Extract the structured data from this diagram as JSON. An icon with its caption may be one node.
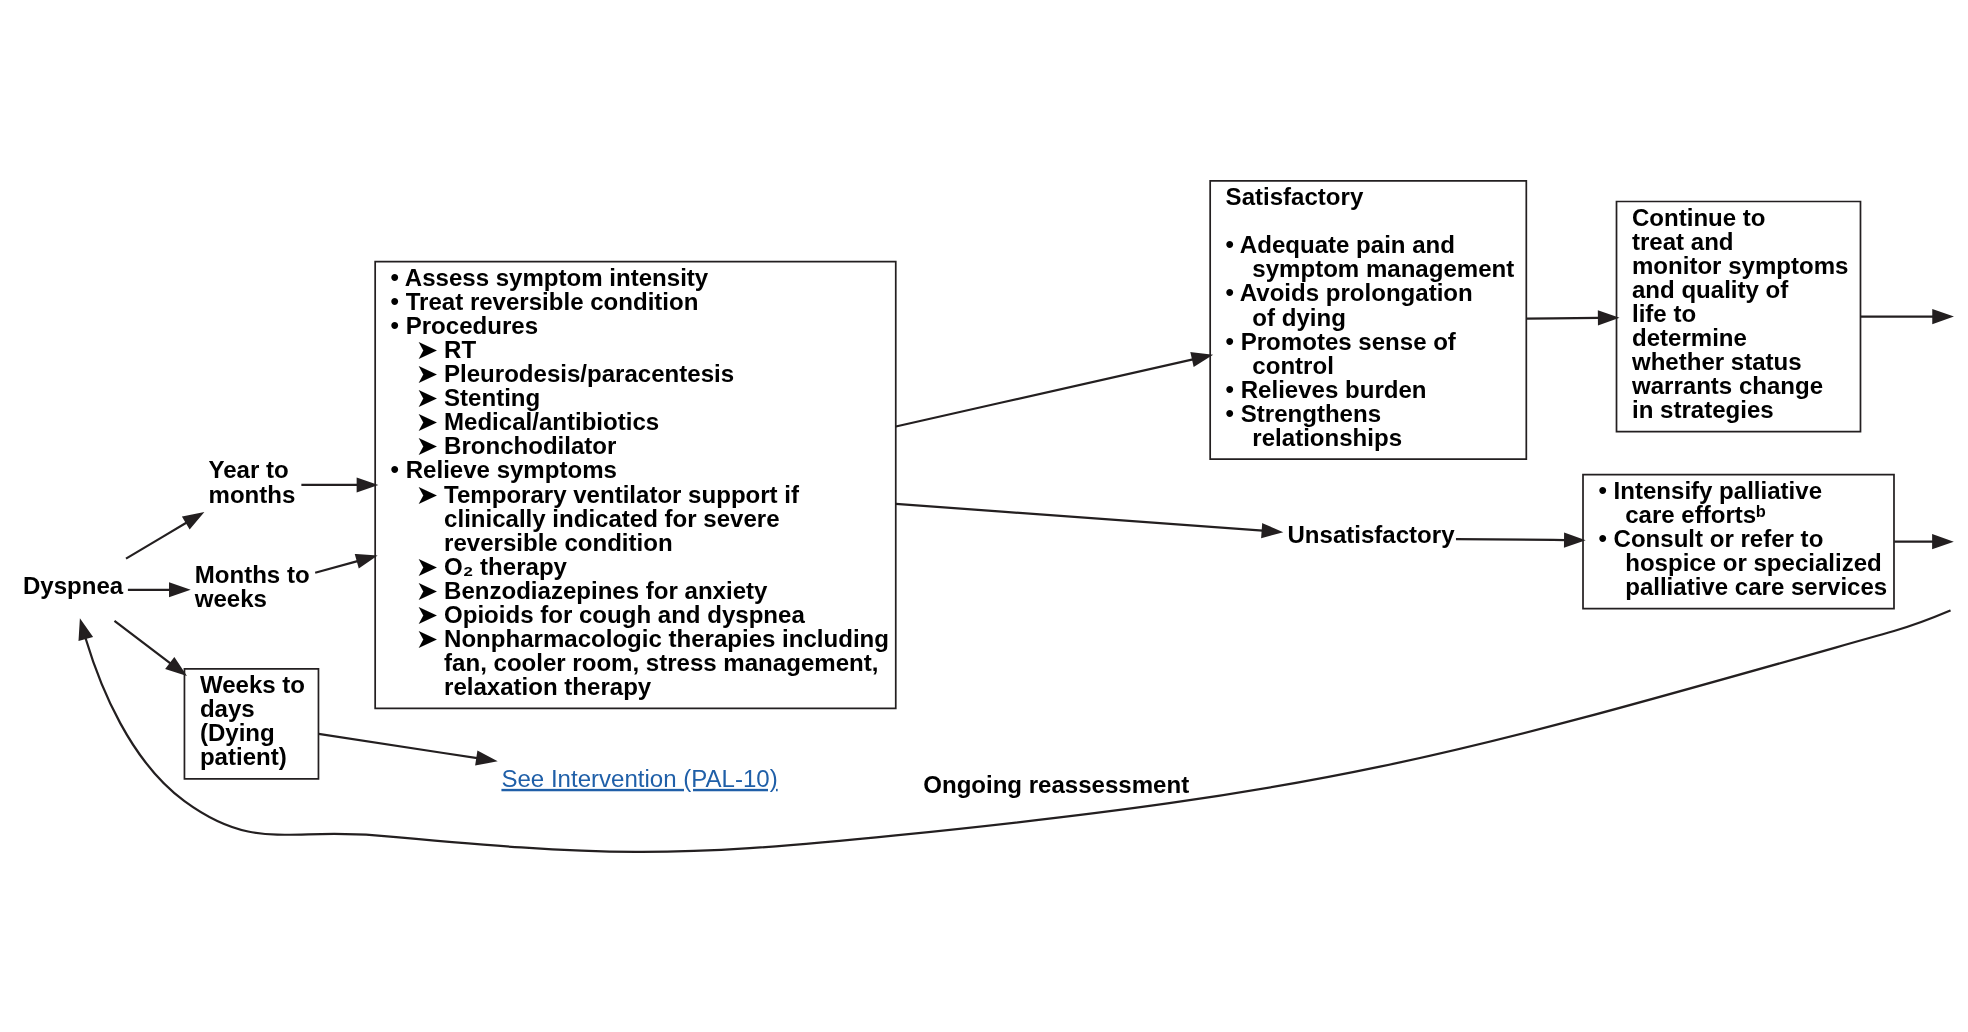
{
  "diagram": {
    "nodes": [
      {
        "text": [
          "Dyspnea"
        ]
      },
      {
        "text": [
          "Year to months"
        ]
      },
      {
        "text": [
          "Months to weeks"
        ]
      },
      {
        "text": [
          "Weeks to days (Dying patient)"
        ]
      },
      {
        "text": [
          "• Assess symptom intensity",
          "• Treat reversible condition",
          "• Procedures",
          "➤ RT",
          "➤ Pleurodesis/paracentesis",
          "➤ Stenting",
          "➤ Medical/antibiotics",
          "➤ Bronchodilator",
          "• Relieve symptoms",
          "➤ Temporary ventilator support if clinically indicated for severe reversible condition",
          "➤ O₂ therapy",
          "➤ Benzodiazepines for anxiety",
          "➤ Opioids for cough and dyspnea",
          "➤ Nonpharmacologic therapies including fan, cooler room, stress management, relaxation therapy"
        ]
      },
      {
        "text": [
          "Satisfactory",
          "• Adequate pain and symptom management",
          "• Avoids prolongation of dying",
          "• Promotes sense of control",
          "• Relieves burden",
          "• Strengthens relationships"
        ]
      },
      {
        "text": [
          "Continue to treat and monitor symptoms and quality of life to determine whether status warrants change in strategies"
        ]
      },
      {
        "text": [
          "Unsatisfactory"
        ]
      },
      {
        "text": [
          "• Intensify palliative care effortsᵇ",
          "• Consult or refer to hospice or specialized palliative care services"
        ]
      },
      {
        "text": [
          "See Intervention (PAL-10)"
        ]
      }
    ],
    "edges": [
      {
        "from": 0,
        "to": 1,
        "arrow": "to"
      },
      {
        "from": 0,
        "to": 2,
        "arrow": "to"
      },
      {
        "from": 0,
        "to": 3,
        "arrow": "to"
      },
      {
        "from": 1,
        "to": 4,
        "arrow": "to"
      },
      {
        "from": 2,
        "to": 4,
        "arrow": "to"
      },
      {
        "from": 4,
        "to": 5,
        "arrow": "to"
      },
      {
        "from": 4,
        "to": 7,
        "arrow": "to"
      },
      {
        "from": 5,
        "to": 6,
        "arrow": "to"
      },
      {
        "from": 6,
        "to": null,
        "arrow": "to"
      },
      {
        "from": 7,
        "to": 8,
        "arrow": "to"
      },
      {
        "from": 8,
        "to": null,
        "arrow": "to"
      },
      {
        "from": 3,
        "to": 9,
        "arrow": "to"
      },
      {
        "from": null,
        "to": 0,
        "arrow": "to",
        "label": "Ongoing reassessment"
      }
    ]
  }
}
